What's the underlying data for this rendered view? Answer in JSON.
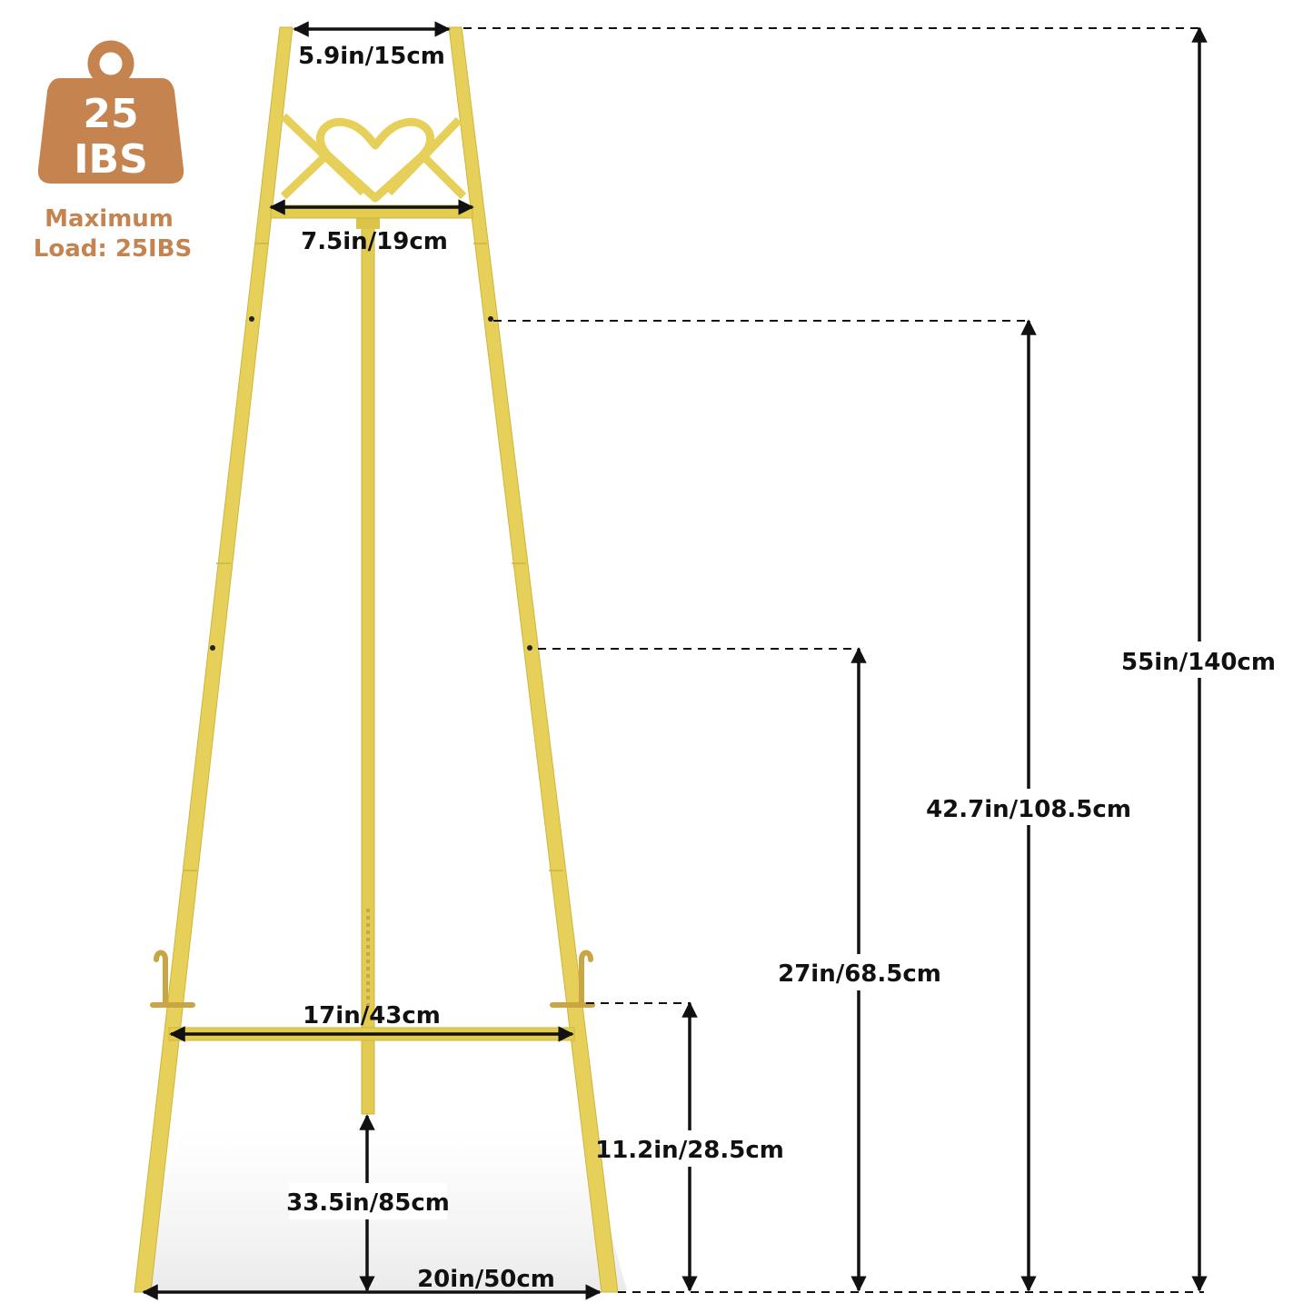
{
  "badge": {
    "number": "25",
    "unit": "IBS",
    "caption_line1": "Maximum",
    "caption_line2": "Load: 25IBS",
    "color": "#c4834f"
  },
  "colors": {
    "frame": "#e6d05a",
    "frame_shadow": "#cdb63c",
    "hardware": "#c9a544",
    "dimension": "#111111"
  },
  "dimensions": {
    "top_width": "5.9in/15cm",
    "ledge_width": "7.5in/19cm",
    "tray_width": "17in/43cm",
    "base_width": "20in/50cm",
    "rear_leg_clearance": "33.5in/85cm",
    "tray_height": "11.2in/28.5cm",
    "lower_peg_height": "27in/68.5cm",
    "upper_peg_height": "42.7in/108.5cm",
    "total_height": "55in/140cm"
  }
}
